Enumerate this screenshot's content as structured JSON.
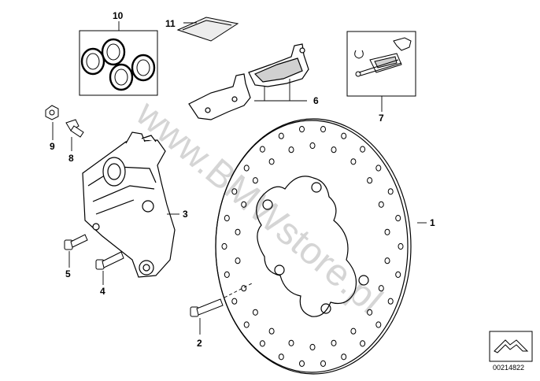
{
  "diagram": {
    "watermark": "www.BMWstore.pl",
    "diagram_id": "00214822",
    "callouts": {
      "c1": "1",
      "c2": "2",
      "c3": "3",
      "c4": "4",
      "c5": "5",
      "c6": "6",
      "c7": "7",
      "c8": "8",
      "c9": "9",
      "c10": "10",
      "c11": "11"
    }
  }
}
